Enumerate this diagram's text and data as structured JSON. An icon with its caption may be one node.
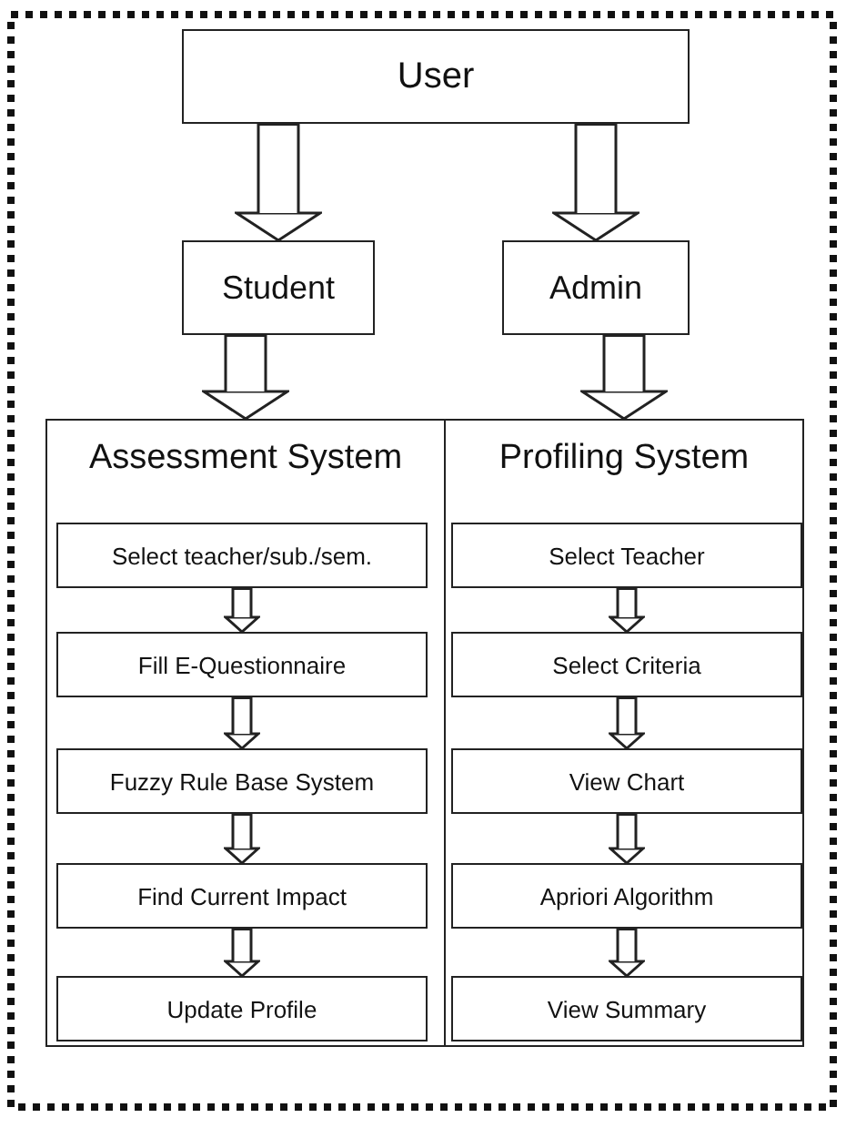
{
  "diagram": {
    "nodes": [
      {
        "text": [
          "User"
        ]
      },
      {
        "text": [
          "Student"
        ]
      },
      {
        "text": [
          "Admin"
        ]
      },
      {
        "text": [
          "Assessment System"
        ]
      },
      {
        "text": [
          "Select teacher/sub./sem."
        ],
        "in": 3
      },
      {
        "text": [
          "Fill E-Questionnaire"
        ],
        "in": 3
      },
      {
        "text": [
          "Fuzzy Rule Base System"
        ],
        "in": 3
      },
      {
        "text": [
          "Find Current Impact"
        ],
        "in": 3
      },
      {
        "text": [
          "Update Profile"
        ],
        "in": 3
      },
      {
        "text": [
          "Profiling System"
        ]
      },
      {
        "text": [
          "Select Teacher"
        ],
        "in": 9
      },
      {
        "text": [
          "Select Criteria"
        ],
        "in": 9
      },
      {
        "text": [
          "View Chart"
        ],
        "in": 9
      },
      {
        "text": [
          "Apriori Algorithm"
        ],
        "in": 9
      },
      {
        "text": [
          "View Summary"
        ],
        "in": 9
      }
    ],
    "edges": [
      {
        "from": 0,
        "to": 1,
        "arrow": "to",
        "style": "thick"
      },
      {
        "from": 0,
        "to": 2,
        "arrow": "to",
        "style": "thick"
      },
      {
        "from": 1,
        "to": 3,
        "arrow": "to",
        "style": "thick"
      },
      {
        "from": 2,
        "to": 9,
        "arrow": "to",
        "style": "thick"
      },
      {
        "from": 4,
        "to": 5,
        "arrow": "to"
      },
      {
        "from": 5,
        "to": 6,
        "arrow": "to"
      },
      {
        "from": 6,
        "to": 7,
        "arrow": "to"
      },
      {
        "from": 7,
        "to": 8,
        "arrow": "to"
      },
      {
        "from": 10,
        "to": 11,
        "arrow": "to"
      },
      {
        "from": 11,
        "to": 12,
        "arrow": "to"
      },
      {
        "from": 12,
        "to": 13,
        "arrow": "to"
      },
      {
        "from": 13,
        "to": 14,
        "arrow": "to"
      }
    ]
  }
}
